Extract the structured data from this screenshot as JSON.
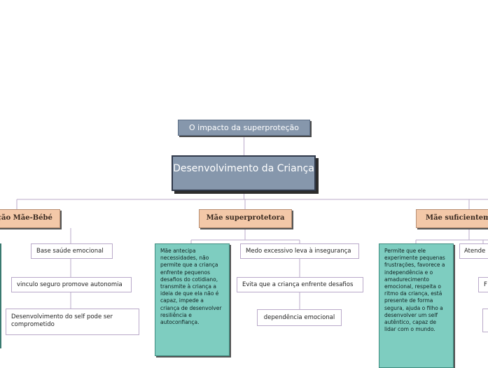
{
  "map": {
    "root": "O impacto da superproteção",
    "central": "Desenvolvimento da Criança",
    "branches": [
      {
        "title": "Relação Mãe-Bébé",
        "items": [
          "Base saúde emocional",
          "vinculo seguro promove autonomia",
          "Desenvolvimento do self pode ser comprometido"
        ]
      },
      {
        "title": "Mãe superprotetora",
        "note": "Mãe antecipa necessidades, não permite que a criança enfrente pequenos desafios do cotidiano, transmite à criança a ideia de que ela não é capaz, impede a criança de desenvolver resiliência e autoconfiança.",
        "items": [
          "Medo excessivo leva à insegurança",
          "Evita que a criança enfrente desafios",
          "dependência emocional"
        ]
      },
      {
        "title": "Mãe suficientemente boa",
        "note": "Permite que ele experimente pequenas frustrações, favorece a independência e o amadurecimento emocional, respeita o ritmo da criança, está presente de forma segura, ajuda o filho a desenvolver um self autêntico, capaz de lidar com o mundo.",
        "items": [
          "Atende",
          "F",
          ""
        ]
      }
    ]
  },
  "colors": {
    "line": "#b9a9c9",
    "topic": "#8697ac",
    "main_topic": "#f3c8a8",
    "note": "#7ecdc0"
  }
}
